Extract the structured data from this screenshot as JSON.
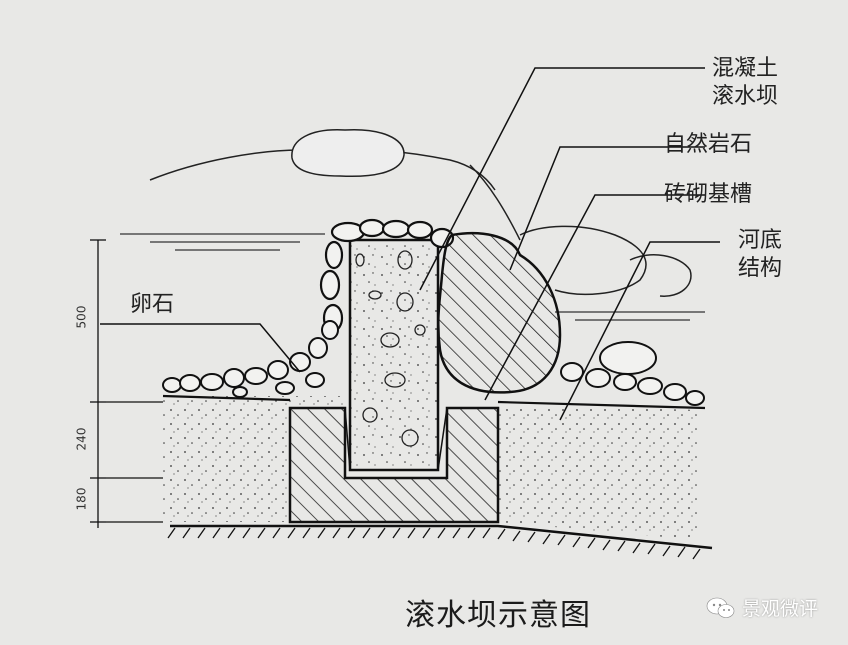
{
  "labels": {
    "concrete_dam_line1": "混凝土",
    "concrete_dam_line2": "滚水坝",
    "natural_rock": "自然岩石",
    "brick_trench": "砖砌基槽",
    "riverbed_line1": "河底",
    "riverbed_line2": "结构",
    "pebble": "卵石"
  },
  "dimensions": {
    "d500": "500",
    "d240": "240",
    "d180": "180"
  },
  "caption": "滚水坝示意图",
  "watermark": {
    "text": "景观微评",
    "icon": "wechat-icon"
  }
}
